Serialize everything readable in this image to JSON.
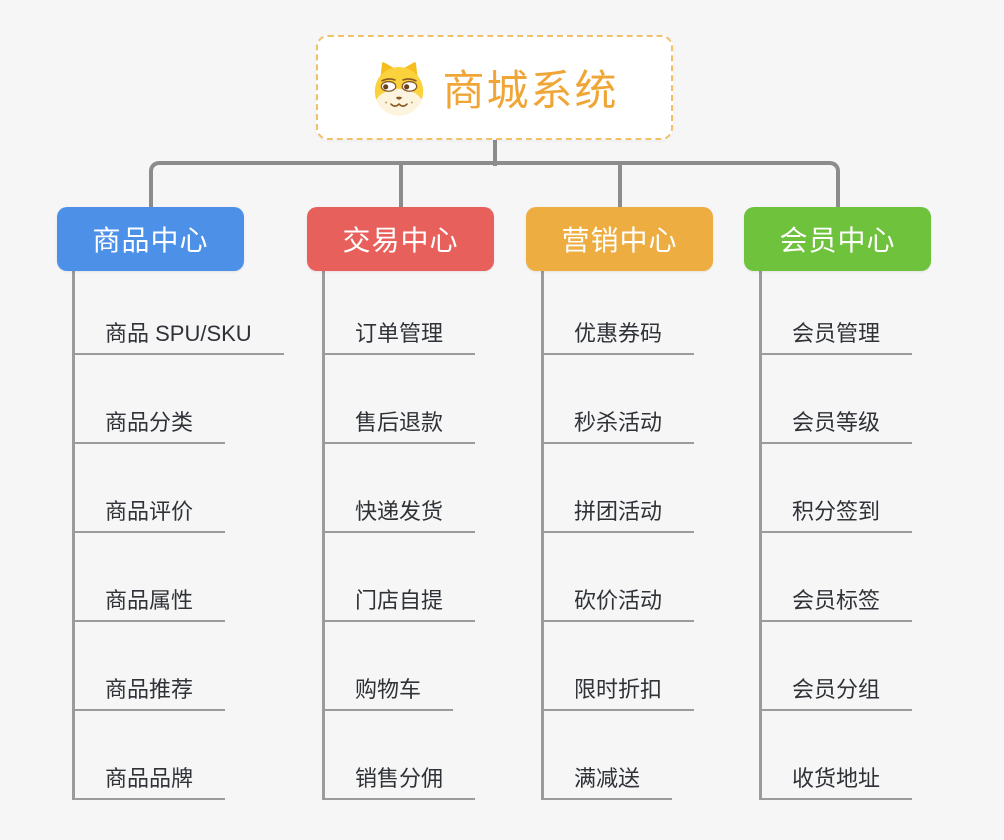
{
  "root": {
    "title": "商城系统",
    "icon": "shiba-dog-icon",
    "accent_color": "#F0A636",
    "border_color": "#F3C06A"
  },
  "colors": {
    "background": "#F6F6F7",
    "connector": "#8C8C8C",
    "child_text": "#2F3237",
    "child_line": "#9B9B9B"
  },
  "branches": [
    {
      "label": "商品中心",
      "color": "#4D90E8",
      "children": [
        "商品 SPU/SKU",
        "商品分类",
        "商品评价",
        "商品属性",
        "商品推荐",
        "商品品牌"
      ]
    },
    {
      "label": "交易中心",
      "color": "#E8605C",
      "children": [
        "订单管理",
        "售后退款",
        "快递发货",
        "门店自提",
        "购物车",
        "销售分佣"
      ]
    },
    {
      "label": "营销中心",
      "color": "#EDAD41",
      "children": [
        "优惠券码",
        "秒杀活动",
        "拼团活动",
        "砍价活动",
        "限时折扣",
        "满减送"
      ]
    },
    {
      "label": "会员中心",
      "color": "#6EC23C",
      "children": [
        "会员管理",
        "会员等级",
        "积分签到",
        "会员标签",
        "会员分组",
        "收货地址"
      ]
    }
  ]
}
